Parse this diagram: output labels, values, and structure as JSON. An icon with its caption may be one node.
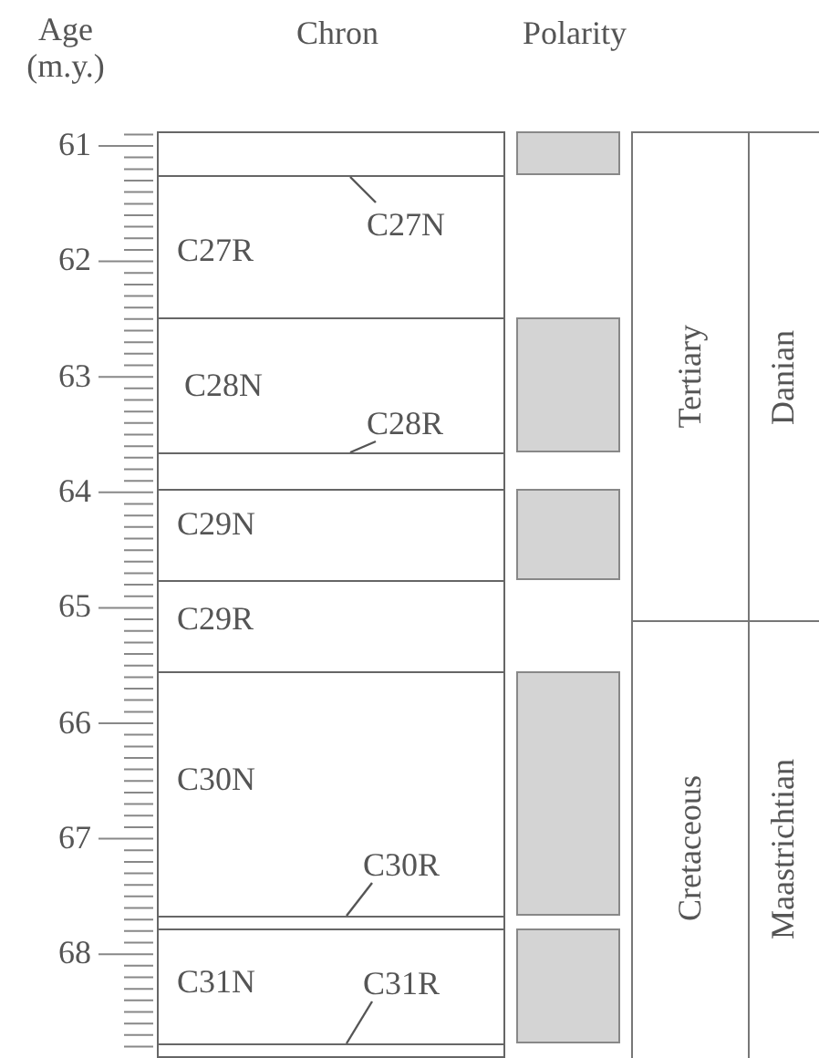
{
  "diagram": {
    "nodes": [
      {
        "text": [],
        "shape": "box"
      },
      {
        "text": [
          "C27R"
        ]
      },
      {
        "text": [
          "C27N"
        ],
        "in": 1
      },
      {
        "text": [
          "C28N"
        ]
      },
      {
        "text": [
          "C28R"
        ],
        "in": 3
      },
      {
        "text": [],
        "shape": "box"
      },
      {
        "text": [
          "C29N"
        ]
      },
      {
        "text": [
          "C29R"
        ]
      },
      {
        "text": [
          "C30N"
        ]
      },
      {
        "text": [
          "C30R"
        ],
        "in": 8
      },
      {
        "text": [],
        "shape": "box"
      },
      {
        "text": [
          "C31N"
        ]
      },
      {
        "text": [
          "C31R"
        ],
        "in": 11
      },
      {
        "text": [],
        "shape": "box"
      },
      {
        "text": [
          "Tertiary"
        ]
      },
      {
        "text": [
          "Danian"
        ]
      },
      {
        "text": [
          "Cretaceous"
        ]
      },
      {
        "text": [
          "Maastrichtian"
        ]
      },
      {
        "text": [],
        "shape": "bar"
      },
      {
        "text": [],
        "shape": "bar"
      },
      {
        "text": [],
        "shape": "bar"
      },
      {
        "text": [],
        "shape": "bar"
      },
      {
        "text": [],
        "shape": "bar"
      }
    ],
    "edges": [
      {
        "from": 2,
        "to": 0,
        "arrow": "none"
      },
      {
        "from": 4,
        "to": 5,
        "arrow": "none"
      },
      {
        "from": 9,
        "to": 10,
        "arrow": "none"
      },
      {
        "from": 12,
        "to": 13,
        "arrow": "none"
      }
    ],
    "labels": [
      "Age (m.y.)",
      "Chron",
      "Polarity",
      "61",
      "62",
      "63",
      "64",
      "65",
      "66",
      "67",
      "68"
    ]
  }
}
